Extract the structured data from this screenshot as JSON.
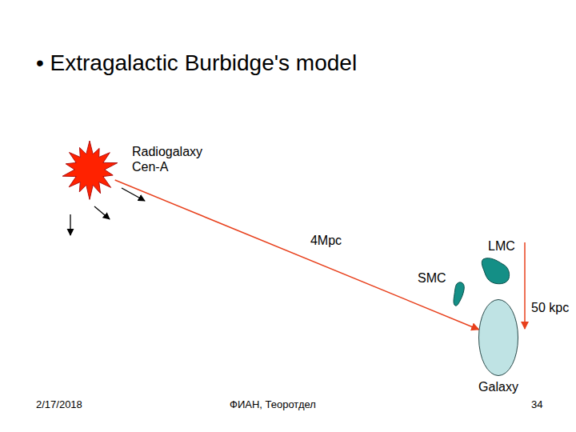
{
  "diagram": {
    "title": "• Extragalactic Burbidge's model",
    "nodes": [
      {
        "text": [
          "Radiogalaxy Cen-A"
        ]
      },
      {
        "text": [
          "LMC"
        ]
      },
      {
        "text": [
          "SMC"
        ]
      },
      {
        "text": [
          "Galaxy"
        ]
      }
    ],
    "edges": [
      {
        "from": 0,
        "to": 3,
        "label": "4Mpc",
        "arrow": "to"
      }
    ],
    "labels": [
      "50 kpc",
      "2/17/2018",
      "ФИАН, Теоротдел",
      "34"
    ]
  }
}
